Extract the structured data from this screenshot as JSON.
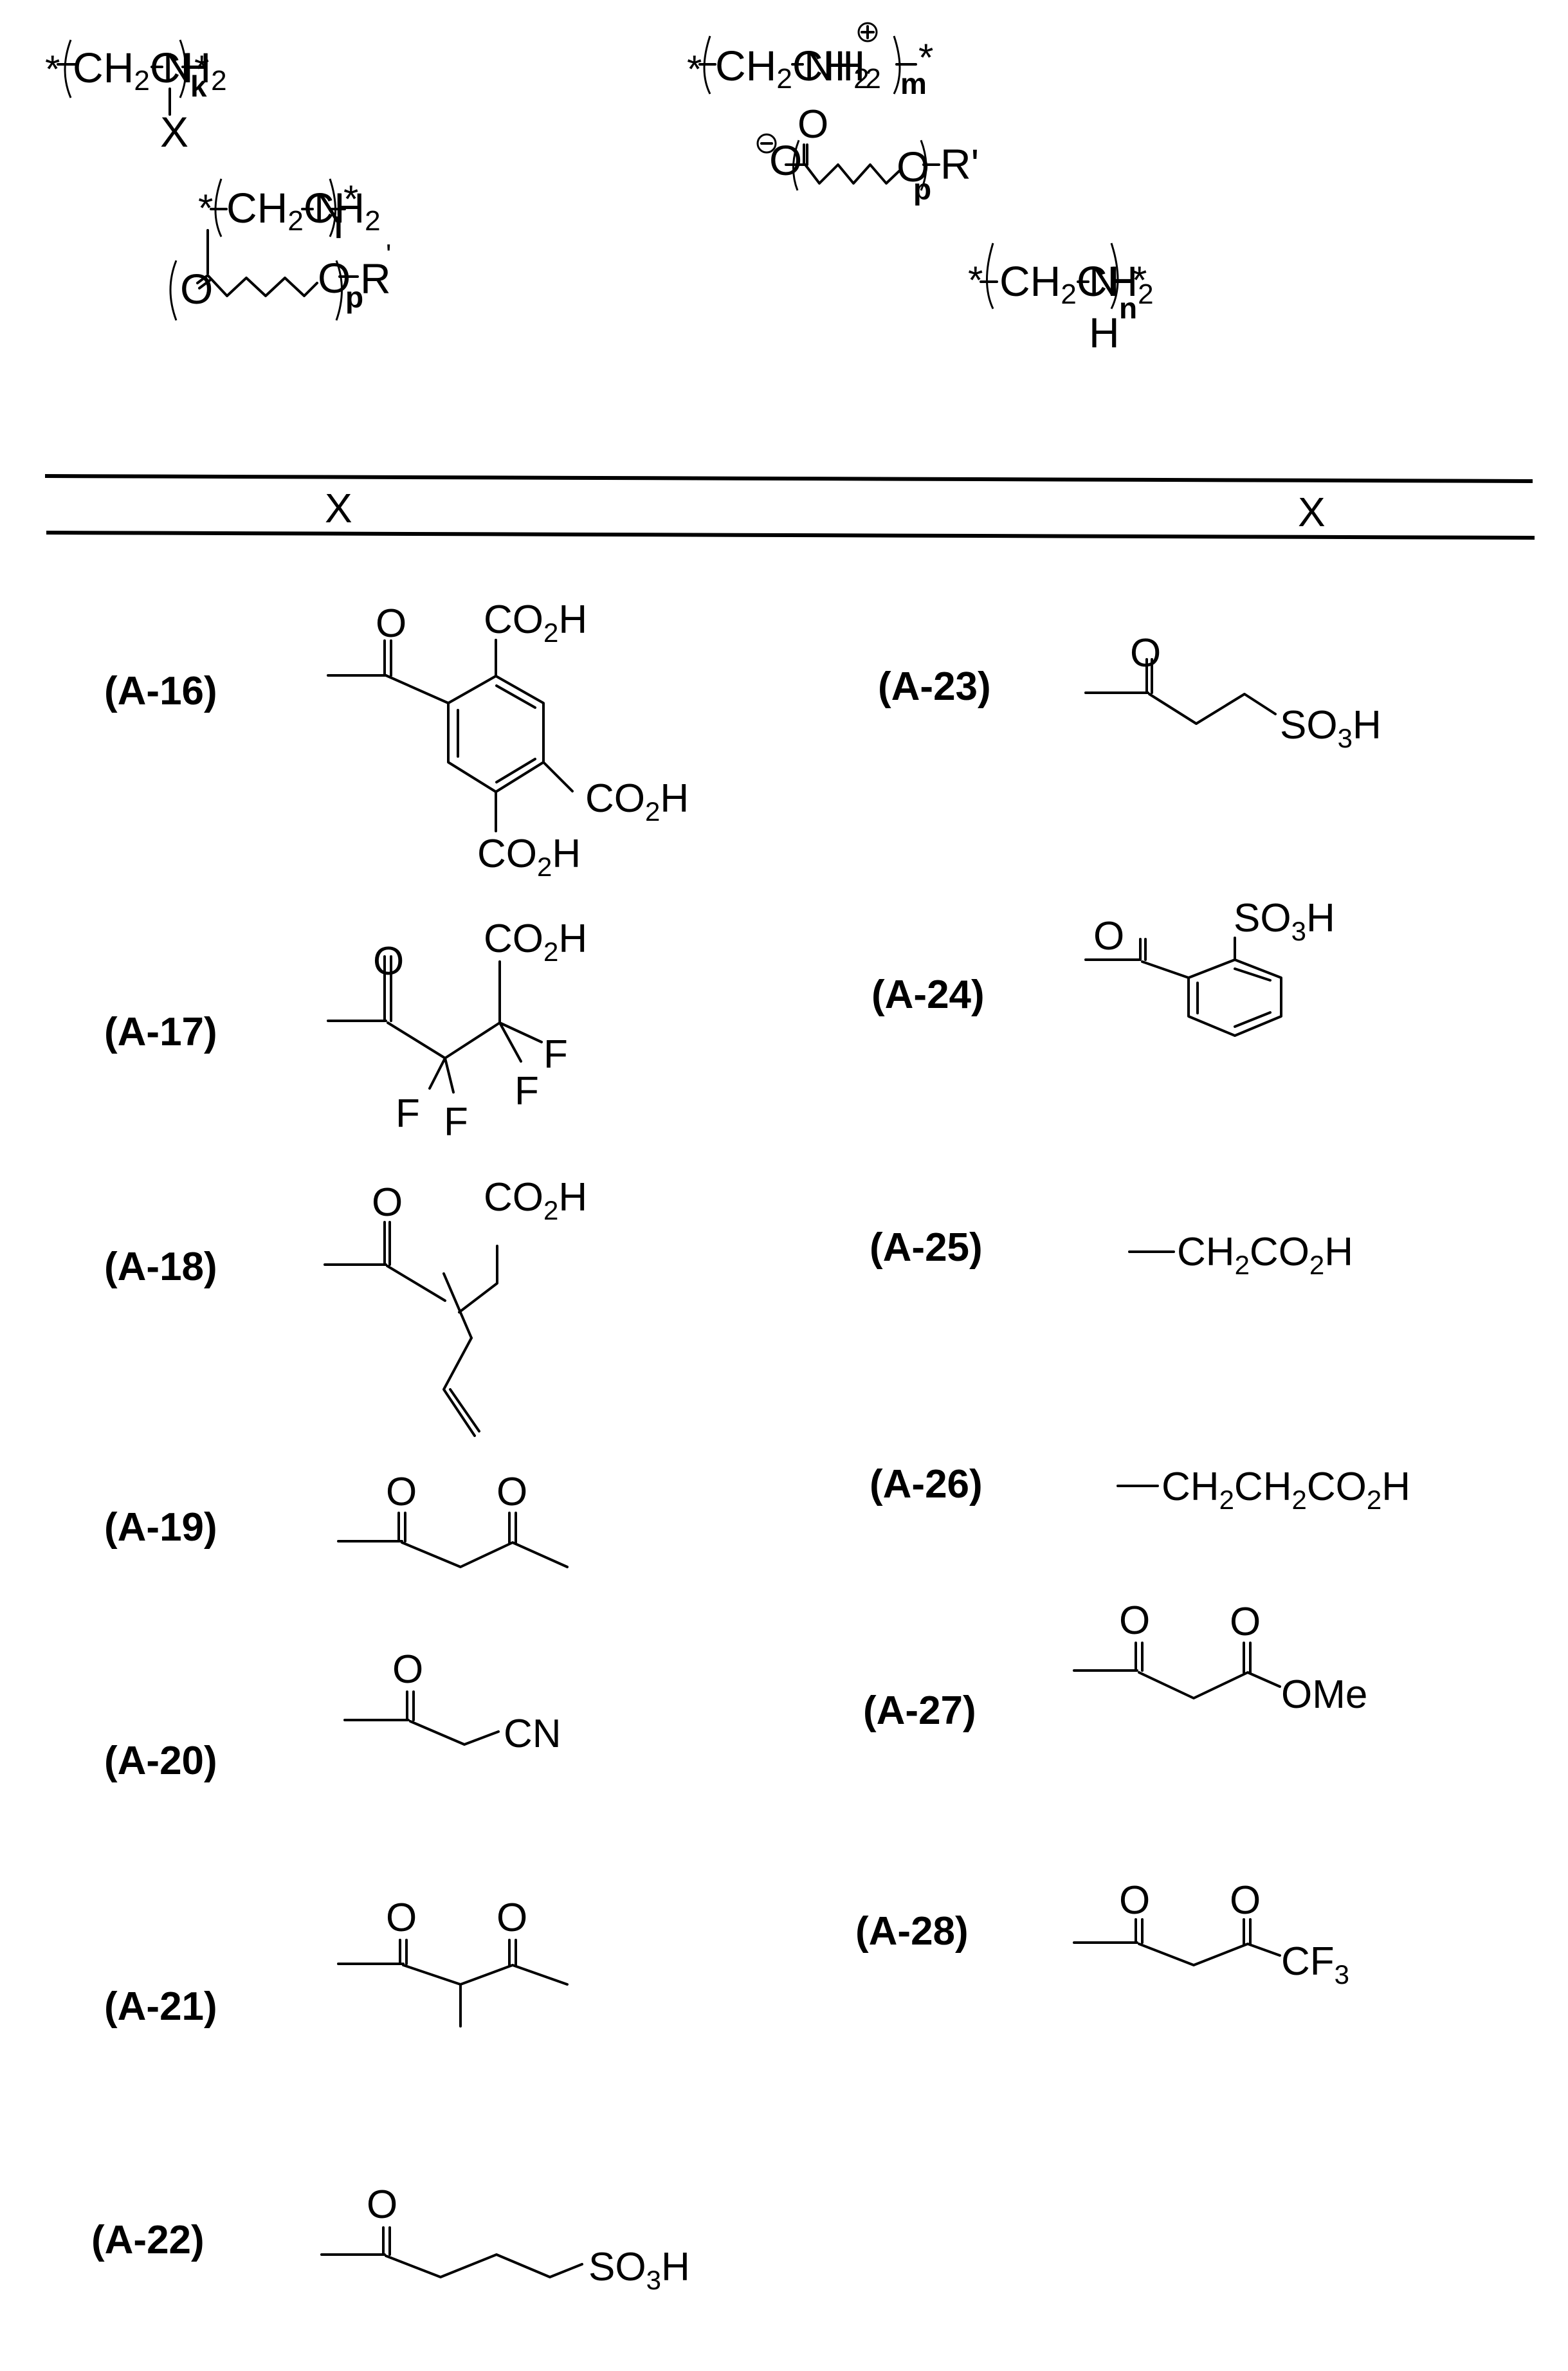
{
  "header": {
    "units": [
      {
        "id": "unit-k",
        "repeat": "CH2CH2-N",
        "subscript": "k",
        "substituent": "X"
      },
      {
        "id": "unit-m",
        "repeat": "CH2CH2-NH2",
        "charge": "+",
        "subscript": "m"
      },
      {
        "id": "counter-anion",
        "charge": "-",
        "group": "O-(C(=O)CH2CH2CH2CH2CH2O)p-R'",
        "subscript": "p",
        "end": "R'"
      },
      {
        "id": "unit-l",
        "repeat": "CH2CH2-N",
        "subscript": "l",
        "substituent": "(C(=O)CH2CH2CH2CH2CH2O)p-R'",
        "end": "R'",
        "inner_subscript": "p"
      },
      {
        "id": "unit-n",
        "repeat": "CH2CH2-N(H)",
        "subscript": "n"
      }
    ],
    "star": "*",
    "text": {
      "ch2ch2": "CH",
      "sub2": "2",
      "n": "N",
      "nh": "NH",
      "x": "X",
      "h": "H",
      "o": "O",
      "r_prime": "R'",
      "k": "k",
      "m": "m",
      "l": "l",
      "n_sub": "n",
      "p": "p",
      "plus": "+",
      "minus": "−"
    }
  },
  "table": {
    "column_headers": [
      "X",
      "X"
    ]
  },
  "compounds": {
    "left": [
      {
        "label": "(A-16)",
        "name": "2,4,5-tricarboxybenzoyl",
        "groups": [
          "O",
          "CO2H",
          "CO2H",
          "CO2H"
        ]
      },
      {
        "label": "(A-17)",
        "name": "2,2,3,3-tetrafluoro-3-carboxypropanoyl",
        "groups": [
          "O",
          "CO2H",
          "F",
          "F",
          "F",
          "F"
        ]
      },
      {
        "label": "(A-18)",
        "name": "2-(carboxymethyl)pent-4-enoyl (allyl succinyl)",
        "groups": [
          "O",
          "CO2H"
        ]
      },
      {
        "label": "(A-19)",
        "name": "acetoacetyl",
        "groups": [
          "O",
          "O"
        ]
      },
      {
        "label": "(A-20)",
        "name": "cyanoacetyl",
        "groups": [
          "O",
          "CN"
        ]
      },
      {
        "label": "(A-21)",
        "name": "2-methylacetoacetyl",
        "groups": [
          "O",
          "O"
        ]
      },
      {
        "label": "(A-22)",
        "name": "4-sulfobutanoyl",
        "groups": [
          "O",
          "SO3H"
        ]
      }
    ],
    "right": [
      {
        "label": "(A-23)",
        "name": "3-sulfopropanoyl",
        "groups": [
          "O",
          "SO3H"
        ]
      },
      {
        "label": "(A-24)",
        "name": "2-sulfobenzoyl",
        "groups": [
          "O",
          "SO3H"
        ]
      },
      {
        "label": "(A-25)",
        "name": "carboxymethyl",
        "formula": "—CH2CO2H"
      },
      {
        "label": "(A-26)",
        "name": "2-carboxyethyl",
        "formula": "—CH2CH2CO2H"
      },
      {
        "label": "(A-27)",
        "name": "methoxycarbonylacetyl",
        "groups": [
          "O",
          "O",
          "OMe"
        ]
      },
      {
        "label": "(A-28)",
        "name": "trifluoroacetoacetyl",
        "groups": [
          "O",
          "O",
          "CF3"
        ]
      }
    ]
  },
  "labels": {
    "co2h": "CO",
    "so3h": "SO",
    "sub2": "2",
    "sub3": "3",
    "h": "H",
    "o": "O",
    "f": "F",
    "cn": "CN",
    "ome": "OMe",
    "cf": "CF",
    "dash_ch2": "—CH",
    "ch2": "CH"
  }
}
